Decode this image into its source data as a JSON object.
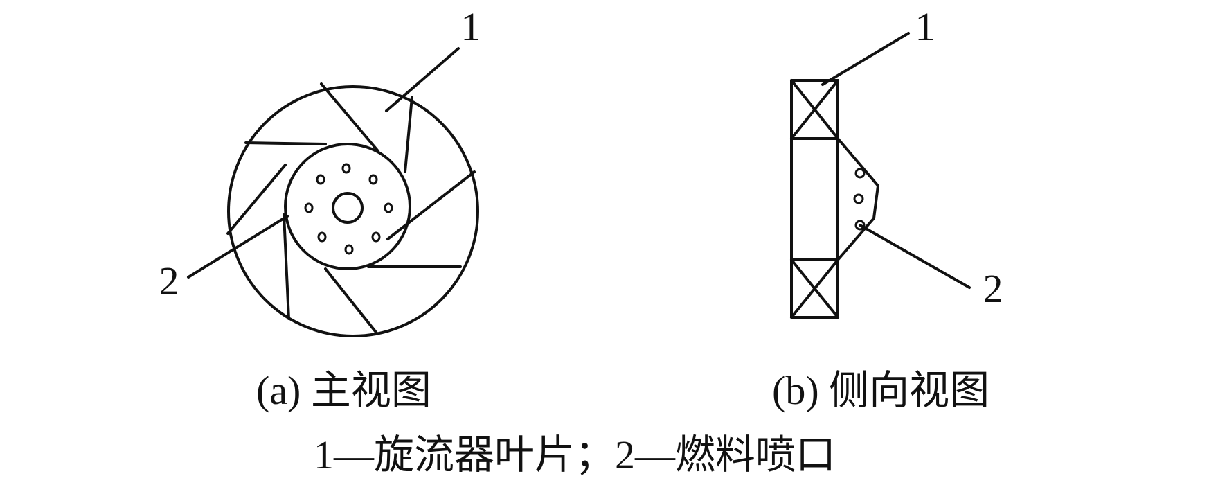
{
  "front_view": {
    "caption": "(a) 主视图",
    "callout_1": "1",
    "callout_2": "2"
  },
  "side_view": {
    "caption": "(b) 侧向视图",
    "callout_1": "1",
    "callout_2": "2"
  },
  "legend": "1—旋流器叶片；2—燃料喷口"
}
